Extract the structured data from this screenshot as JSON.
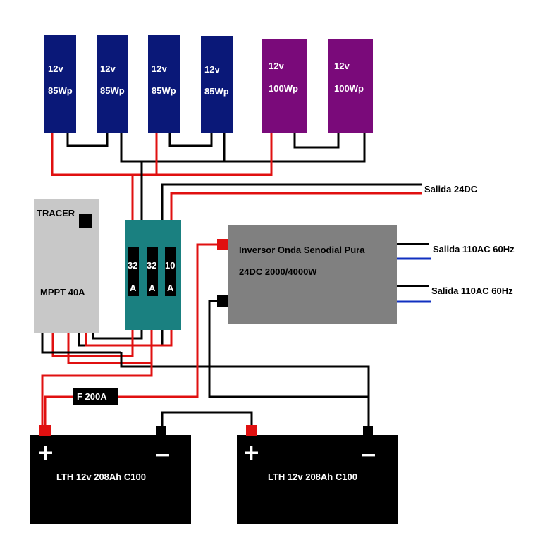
{
  "colors": {
    "panel_85": "#0a1878",
    "panel_100": "#7a0a7a",
    "wire_positive": "#e01010",
    "wire_negative": "#000000",
    "wire_ac": "#1030c0",
    "controller": "#c8c8c8",
    "breaker_box": "#1a8080",
    "inverter": "#808080",
    "battery": "#000000"
  },
  "panels": [
    {
      "voltage": "12v",
      "power": "85Wp"
    },
    {
      "voltage": "12v",
      "power": "85Wp"
    },
    {
      "voltage": "12v",
      "power": "85Wp"
    },
    {
      "voltage": "12v",
      "power": "85Wp"
    },
    {
      "voltage": "12v",
      "power": "100Wp"
    },
    {
      "voltage": "12v",
      "power": "100Wp"
    }
  ],
  "controller": {
    "brand": "TRACER",
    "model": "MPPT 40A"
  },
  "breakers": [
    {
      "rating": "32",
      "unit": "A"
    },
    {
      "rating": "32",
      "unit": "A"
    },
    {
      "rating": "10",
      "unit": "A"
    }
  ],
  "dc_output_label": "Salida 24DC",
  "inverter": {
    "line1": "Inversor Onda Senodial Pura",
    "line2": "24DC 2000/4000W"
  },
  "ac_outputs": [
    "Salida 110AC 60Hz",
    "Salida 110AC 60Hz"
  ],
  "fuse": "F 200A",
  "batteries": [
    {
      "label": "LTH 12v 208Ah C100",
      "plus": "+",
      "minus": "−"
    },
    {
      "label": "LTH 12v 208Ah C100",
      "plus": "+",
      "minus": "−"
    }
  ]
}
